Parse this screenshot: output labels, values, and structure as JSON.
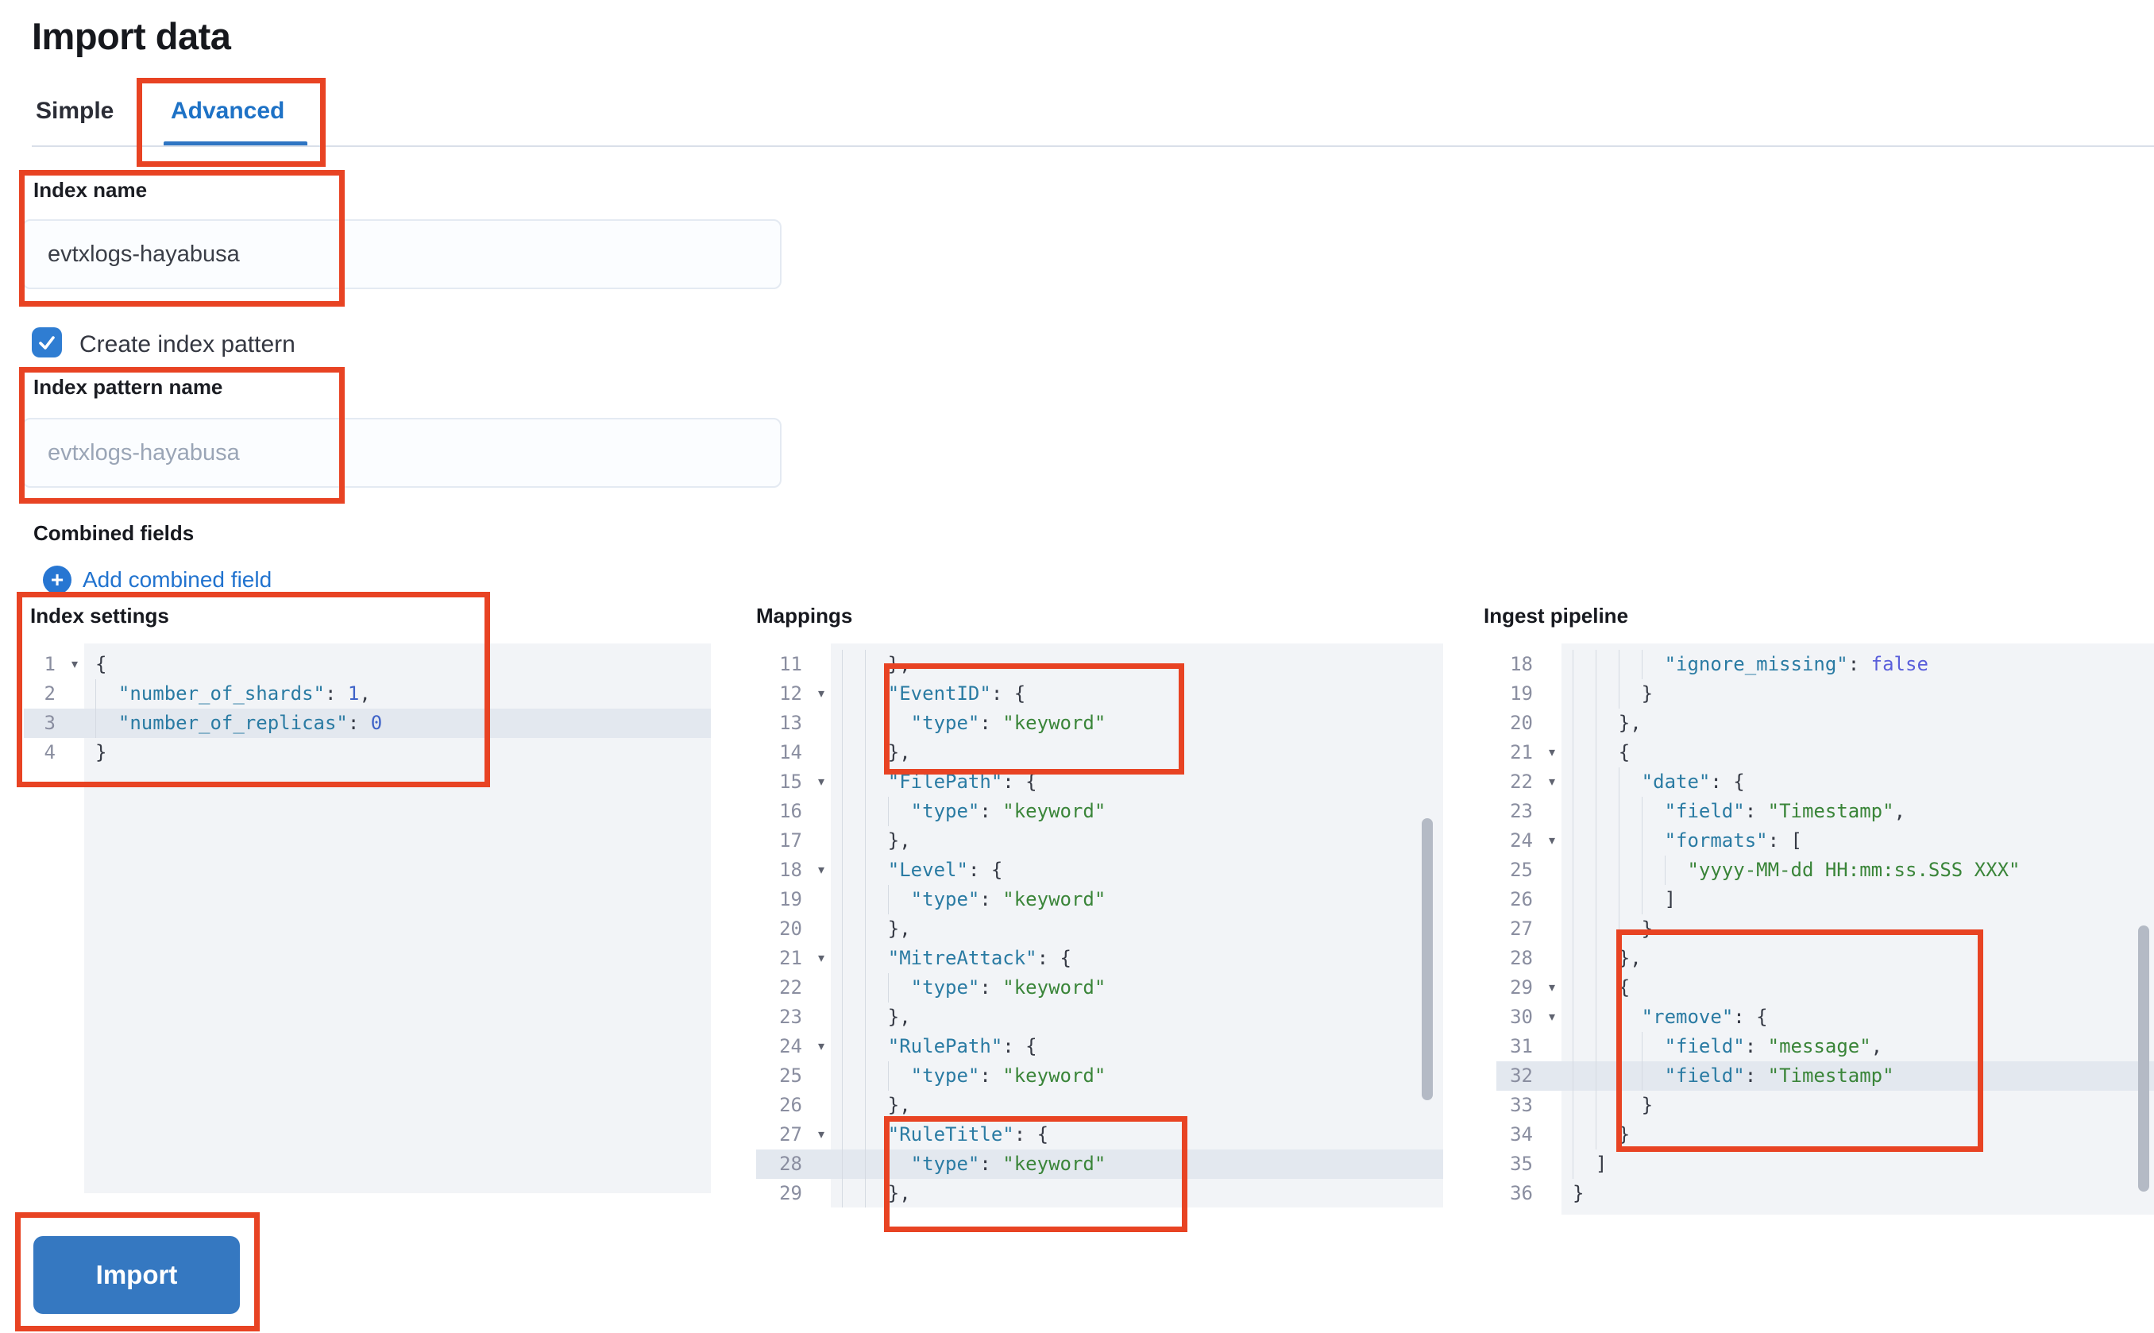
{
  "page": {
    "title": "Import data"
  },
  "tabs": {
    "simple": "Simple",
    "advanced": "Advanced"
  },
  "form": {
    "index_name": {
      "label": "Index name",
      "value": "evtxlogs-hayabusa"
    },
    "create_index_pattern": {
      "label": "Create index pattern",
      "checked": true
    },
    "index_pattern_name": {
      "label": "Index pattern name",
      "placeholder": "evtxlogs-hayabusa"
    },
    "combined_fields": {
      "label": "Combined fields",
      "add_link": "Add combined field"
    }
  },
  "actions": {
    "import_label": "Import"
  },
  "colors": {
    "annotation_red": "#e84323",
    "primary_blue": "#3578c1",
    "link_blue": "#2173cf",
    "tab_blue": "#1e72c6",
    "checkbox_blue": "#2f7dd2",
    "code_key": "#2a7ba3",
    "code_string": "#3a8539",
    "code_number": "#3f63c8",
    "code_boolean": "#5a5fdb",
    "editor_bg": "#f2f4f7",
    "active_line": "#e3e8ef"
  },
  "editors": [
    {
      "label": "Index settings",
      "lines": [
        {
          "n": 1,
          "fold": true,
          "d": 0,
          "seg": [
            [
              "p",
              "{"
            ]
          ]
        },
        {
          "n": 2,
          "d": 1,
          "seg": [
            [
              "k",
              "\"number_of_shards\""
            ],
            [
              "p",
              ": "
            ],
            [
              "n",
              "1"
            ],
            [
              "p",
              ","
            ]
          ]
        },
        {
          "n": 3,
          "d": 1,
          "hl": true,
          "seg": [
            [
              "k",
              "\"number_of_replicas\""
            ],
            [
              "p",
              ": "
            ],
            [
              "n",
              "0"
            ]
          ]
        },
        {
          "n": 4,
          "d": 0,
          "seg": [
            [
              "p",
              "}"
            ]
          ]
        }
      ]
    },
    {
      "label": "Mappings",
      "lines": [
        {
          "n": 11,
          "d": 2,
          "seg": [
            [
              "p",
              "},"
            ]
          ]
        },
        {
          "n": 12,
          "fold": true,
          "d": 2,
          "seg": [
            [
              "k",
              "\"EventID\""
            ],
            [
              "p",
              ": {"
            ]
          ]
        },
        {
          "n": 13,
          "d": 3,
          "seg": [
            [
              "k",
              "\"type\""
            ],
            [
              "p",
              ": "
            ],
            [
              "s",
              "\"keyword\""
            ]
          ]
        },
        {
          "n": 14,
          "d": 2,
          "seg": [
            [
              "p",
              "},"
            ]
          ]
        },
        {
          "n": 15,
          "fold": true,
          "d": 2,
          "seg": [
            [
              "k",
              "\"FilePath\""
            ],
            [
              "p",
              ": {"
            ]
          ]
        },
        {
          "n": 16,
          "d": 3,
          "seg": [
            [
              "k",
              "\"type\""
            ],
            [
              "p",
              ": "
            ],
            [
              "s",
              "\"keyword\""
            ]
          ]
        },
        {
          "n": 17,
          "d": 2,
          "seg": [
            [
              "p",
              "},"
            ]
          ]
        },
        {
          "n": 18,
          "fold": true,
          "d": 2,
          "seg": [
            [
              "k",
              "\"Level\""
            ],
            [
              "p",
              ": {"
            ]
          ]
        },
        {
          "n": 19,
          "d": 3,
          "seg": [
            [
              "k",
              "\"type\""
            ],
            [
              "p",
              ": "
            ],
            [
              "s",
              "\"keyword\""
            ]
          ]
        },
        {
          "n": 20,
          "d": 2,
          "seg": [
            [
              "p",
              "},"
            ]
          ]
        },
        {
          "n": 21,
          "fold": true,
          "d": 2,
          "seg": [
            [
              "k",
              "\"MitreAttack\""
            ],
            [
              "p",
              ": {"
            ]
          ]
        },
        {
          "n": 22,
          "d": 3,
          "seg": [
            [
              "k",
              "\"type\""
            ],
            [
              "p",
              ": "
            ],
            [
              "s",
              "\"keyword\""
            ]
          ]
        },
        {
          "n": 23,
          "d": 2,
          "seg": [
            [
              "p",
              "},"
            ]
          ]
        },
        {
          "n": 24,
          "fold": true,
          "d": 2,
          "seg": [
            [
              "k",
              "\"RulePath\""
            ],
            [
              "p",
              ": {"
            ]
          ]
        },
        {
          "n": 25,
          "d": 3,
          "seg": [
            [
              "k",
              "\"type\""
            ],
            [
              "p",
              ": "
            ],
            [
              "s",
              "\"keyword\""
            ]
          ]
        },
        {
          "n": 26,
          "d": 2,
          "seg": [
            [
              "p",
              "},"
            ]
          ]
        },
        {
          "n": 27,
          "fold": true,
          "d": 2,
          "seg": [
            [
              "k",
              "\"RuleTitle\""
            ],
            [
              "p",
              ": {"
            ]
          ]
        },
        {
          "n": 28,
          "d": 3,
          "hl": true,
          "seg": [
            [
              "k",
              "\"type\""
            ],
            [
              "p",
              ": "
            ],
            [
              "s",
              "\"keyword\""
            ]
          ]
        },
        {
          "n": 29,
          "d": 2,
          "seg": [
            [
              "p",
              "},"
            ]
          ]
        }
      ]
    },
    {
      "label": "Ingest pipeline",
      "lines": [
        {
          "n": 18,
          "d": 4,
          "seg": [
            [
              "k",
              "\"ignore_missing\""
            ],
            [
              "p",
              ": "
            ],
            [
              "b",
              "false"
            ]
          ]
        },
        {
          "n": 19,
          "d": 3,
          "seg": [
            [
              "p",
              "}"
            ]
          ]
        },
        {
          "n": 20,
          "d": 2,
          "seg": [
            [
              "p",
              "},"
            ]
          ]
        },
        {
          "n": 21,
          "fold": true,
          "d": 2,
          "seg": [
            [
              "p",
              "{"
            ]
          ]
        },
        {
          "n": 22,
          "fold": true,
          "d": 3,
          "seg": [
            [
              "k",
              "\"date\""
            ],
            [
              "p",
              ": {"
            ]
          ]
        },
        {
          "n": 23,
          "d": 4,
          "seg": [
            [
              "k",
              "\"field\""
            ],
            [
              "p",
              ": "
            ],
            [
              "s",
              "\"Timestamp\""
            ],
            [
              "p",
              ","
            ]
          ]
        },
        {
          "n": 24,
          "fold": true,
          "d": 4,
          "seg": [
            [
              "k",
              "\"formats\""
            ],
            [
              "p",
              ": ["
            ]
          ]
        },
        {
          "n": 25,
          "d": 5,
          "seg": [
            [
              "s",
              "\"yyyy-MM-dd HH:mm:ss.SSS XXX\""
            ]
          ]
        },
        {
          "n": 26,
          "d": 4,
          "seg": [
            [
              "p",
              "]"
            ]
          ]
        },
        {
          "n": 27,
          "d": 3,
          "seg": [
            [
              "p",
              "}"
            ]
          ]
        },
        {
          "n": 28,
          "d": 2,
          "seg": [
            [
              "p",
              "},"
            ]
          ]
        },
        {
          "n": 29,
          "fold": true,
          "d": 2,
          "seg": [
            [
              "p",
              "{"
            ]
          ]
        },
        {
          "n": 30,
          "fold": true,
          "d": 3,
          "seg": [
            [
              "k",
              "\"remove\""
            ],
            [
              "p",
              ": {"
            ]
          ]
        },
        {
          "n": 31,
          "d": 4,
          "seg": [
            [
              "k",
              "\"field\""
            ],
            [
              "p",
              ": "
            ],
            [
              "s",
              "\"message\""
            ],
            [
              "p",
              ","
            ]
          ]
        },
        {
          "n": 32,
          "d": 4,
          "hl": true,
          "seg": [
            [
              "k",
              "\"field\""
            ],
            [
              "p",
              ": "
            ],
            [
              "s",
              "\"Timestamp\""
            ]
          ]
        },
        {
          "n": 33,
          "d": 3,
          "seg": [
            [
              "p",
              "}"
            ]
          ]
        },
        {
          "n": 34,
          "d": 2,
          "seg": [
            [
              "p",
              "}"
            ]
          ]
        },
        {
          "n": 35,
          "d": 1,
          "seg": [
            [
              "p",
              "]"
            ]
          ]
        },
        {
          "n": 36,
          "d": 0,
          "seg": [
            [
              "p",
              "}"
            ]
          ]
        }
      ]
    }
  ]
}
